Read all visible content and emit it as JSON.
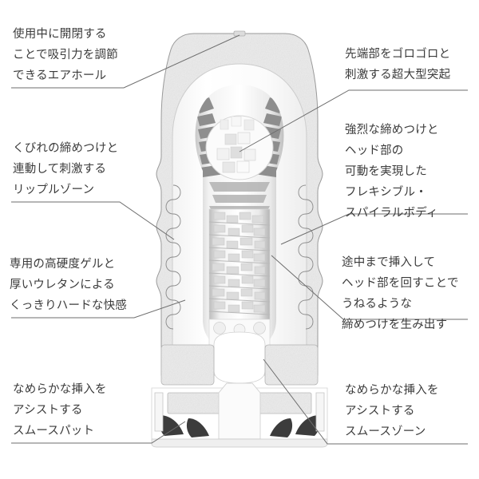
{
  "document": {
    "type": "product-cutaway-diagram",
    "language": "ja",
    "background_color": "#ffffff",
    "text_color": "#3b3b3b",
    "leader_line_color": "#6e6e6e"
  },
  "callouts": {
    "top_left": {
      "name": "air-hole",
      "text": "使用中に開閉する\nことで吸引力を調節\nできるエアホール",
      "lines": [
        "使用中に開閉する",
        "ことで吸引力を調節",
        "できるエアホール"
      ]
    },
    "mid_left": {
      "name": "ripple-zone",
      "text": "くびれの締めつけと\n連動して刺激する\nリップルゾーン",
      "lines": [
        "くびれの締めつけと",
        "連動して刺激する",
        "リップルゾーン"
      ]
    },
    "lower_left": {
      "name": "hard-gel",
      "text": "専用の高硬度ゲルと\n厚いウレタンによる\nくっきりハードな快感",
      "lines": [
        "専用の高硬度ゲルと",
        "厚いウレタンによる",
        "くっきりハードな快感"
      ]
    },
    "bottom_left": {
      "name": "smooth-pat",
      "text": "なめらかな挿入を\nアシストする\nスムースパット",
      "lines": [
        "なめらかな挿入を",
        "アシストする",
        "スムースパット"
      ]
    },
    "top_right": {
      "name": "large-protrusion",
      "text": "先端部をゴロゴロと\n刺激する超大型突起",
      "lines": [
        "先端部をゴロゴロと",
        "刺激する超大型突起"
      ]
    },
    "mid_right": {
      "name": "flexible-spiral-body",
      "text": "強烈な締めつけと\nヘッド部の\n可動を実現した\nフレキシブル・\nスパイラルボディ",
      "lines": [
        "強烈な締めつけと",
        "ヘッド部の",
        "可動を実現した",
        "フレキシブル・",
        "スパイラルボディ"
      ]
    },
    "lower_right": {
      "name": "twist-tightening",
      "text": "途中まで挿入して\nヘッド部を回すことで\nうねるような\n締めつけを生み出す",
      "lines": [
        "途中まで挿入して",
        "ヘッド部を回すことで",
        "うねるような",
        "締めつけを生み出す"
      ]
    },
    "bottom_right": {
      "name": "smooth-zone",
      "text": "なめらかな挿入を\nアシストする\nスムースゾーン",
      "lines": [
        "なめらかな挿入を",
        "アシストする",
        "スムースゾーン"
      ]
    }
  },
  "illustration": {
    "name": "product-cross-section",
    "description": "cutaway cross-section of a cylindrical sleeve device",
    "parts": [
      {
        "name": "outer-shell",
        "color": "#e9e9e9"
      },
      {
        "name": "air-hole-notch",
        "color": "#d5d5d5"
      },
      {
        "name": "inner-gel",
        "color": "#fdfdfd"
      },
      {
        "name": "head-protrusion-core",
        "color": "#9d9d9d"
      },
      {
        "name": "spiral-body-core",
        "color": "#e2e2e2"
      },
      {
        "name": "smooth-zone-bumps",
        "color": "#f4f4f4"
      },
      {
        "name": "base-pad",
        "color": "#3c3c3c"
      }
    ]
  }
}
